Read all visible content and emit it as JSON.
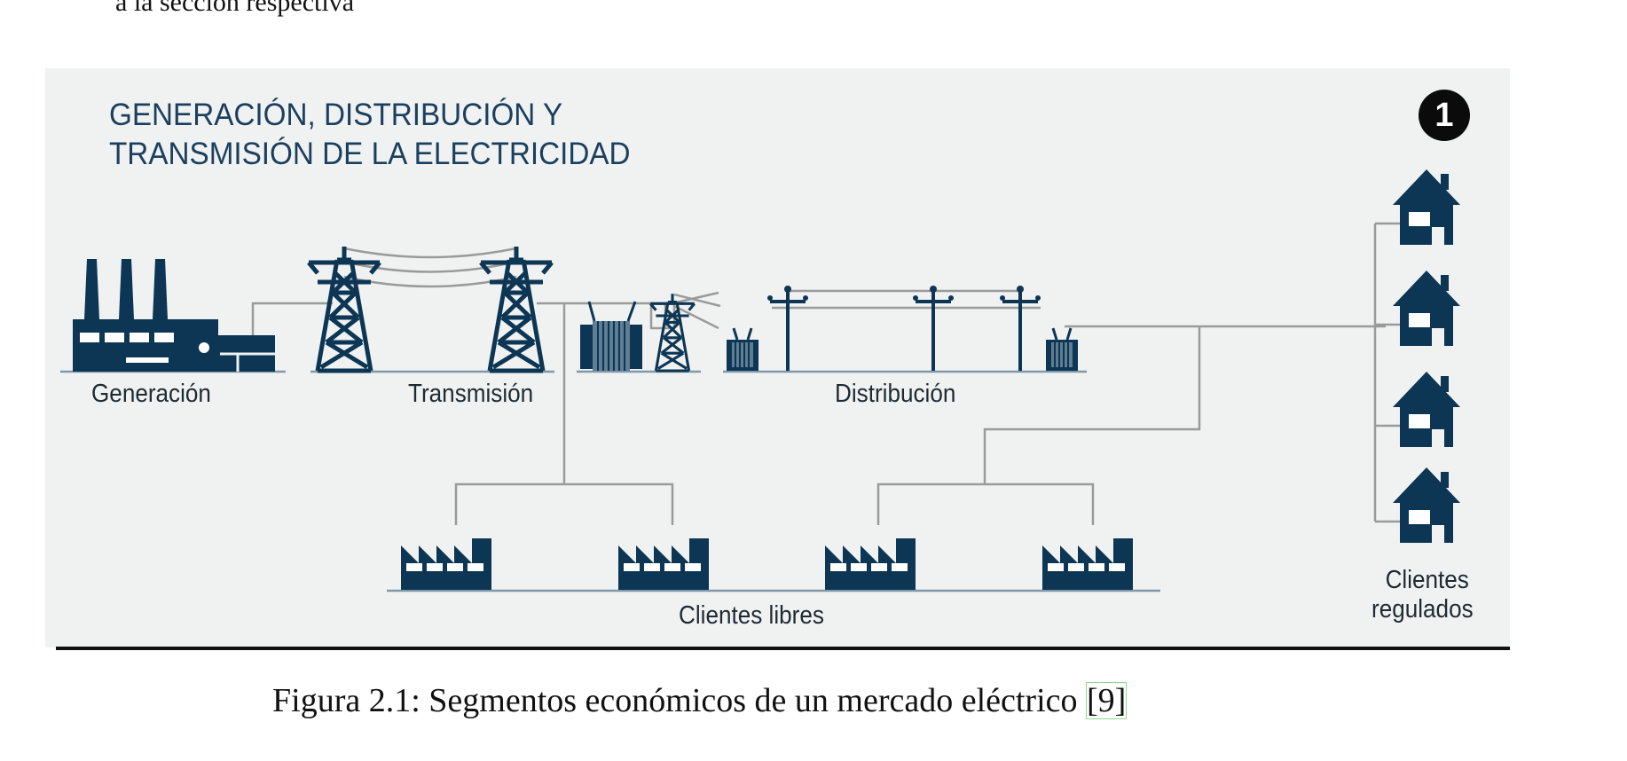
{
  "page_header_fragment": "a la sección respectiva",
  "diagram": {
    "title_line1": "GENERACIÓN, DISTRIBUCIÓN Y",
    "title_line2": "TRANSMISIÓN DE LA ELECTRICIDAD",
    "badge": "1",
    "labels": {
      "generation": "Generación",
      "transmission": "Transmisión",
      "distribution": "Distribución",
      "free_clients": "Clientes libres",
      "regulated_clients_line1": "Clientes",
      "regulated_clients_line2": "regulados"
    },
    "colors": {
      "icon_fill": "#0d3655",
      "title": "#1b3f5e",
      "line": "#9a9a9a",
      "panel": "#f0f2f2"
    },
    "icons": [
      "factory-plant-icon",
      "transmission-tower-icon",
      "transformer-icon",
      "utility-pole-icon",
      "industry-icon",
      "house-icon"
    ]
  },
  "caption": {
    "text": "Figura 2.1: Segmentos económicos de un mercado eléctrico ",
    "ref_open": "[",
    "ref_num": "9",
    "ref_close": "]"
  }
}
